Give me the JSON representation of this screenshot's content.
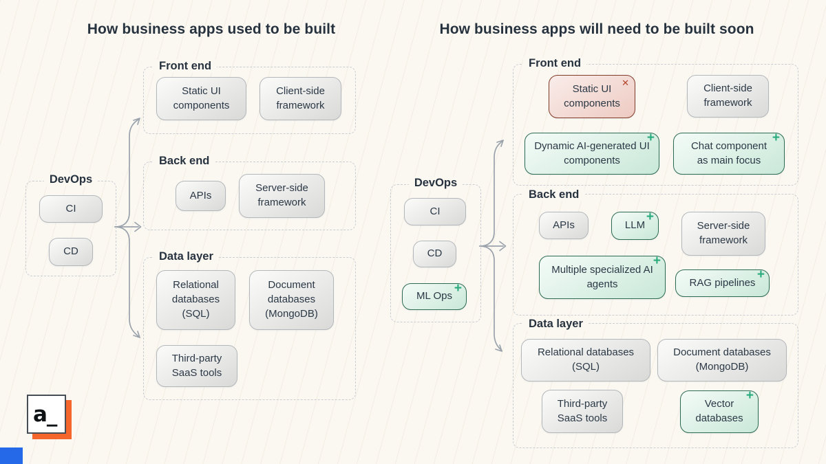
{
  "markers": {
    "added": "+",
    "removed": "✕"
  },
  "logo": {
    "text": "a_"
  },
  "colors": {
    "background": "#fbf8f2",
    "accent_green": "#29ab7d",
    "accent_red": "#b5432a",
    "arrow_gray": "#9aa2ab",
    "brand_orange": "#f4662c",
    "corner_blue": "#2569e8"
  },
  "left": {
    "title": "How business apps used to be built",
    "devops": {
      "label": "DevOps",
      "pills": {
        "ci": "CI",
        "cd": "CD"
      }
    },
    "frontend": {
      "label": "Front end",
      "pills": {
        "static_ui": "Static UI components",
        "client_side": "Client-side framework"
      }
    },
    "backend": {
      "label": "Back end",
      "pills": {
        "apis": "APIs",
        "server_side": "Server-side framework"
      }
    },
    "data": {
      "label": "Data layer",
      "pills": {
        "relational": "Relational databases (SQL)",
        "document": "Document databases (MongoDB)",
        "third_party": "Third-party SaaS tools"
      }
    }
  },
  "right": {
    "title": "How business apps will need to be built soon",
    "devops": {
      "label": "DevOps",
      "pills": {
        "ci": "CI",
        "cd": "CD",
        "mlops": "ML Ops"
      }
    },
    "frontend": {
      "label": "Front end",
      "pills": {
        "static_ui": "Static UI components",
        "client_side": "Client-side framework",
        "dynamic_ai": "Dynamic AI-generated UI components",
        "chat": "Chat component as main focus"
      }
    },
    "backend": {
      "label": "Back end",
      "pills": {
        "apis": "APIs",
        "llm": "LLM",
        "server_side": "Server-side framework",
        "agents": "Multiple specialized AI agents",
        "rag": "RAG pipelines"
      }
    },
    "data": {
      "label": "Data layer",
      "pills": {
        "relational": "Relational databases (SQL)",
        "document": "Document databases (MongoDB)",
        "third_party": "Third-party SaaS tools",
        "vector": "Vector databases"
      }
    }
  }
}
